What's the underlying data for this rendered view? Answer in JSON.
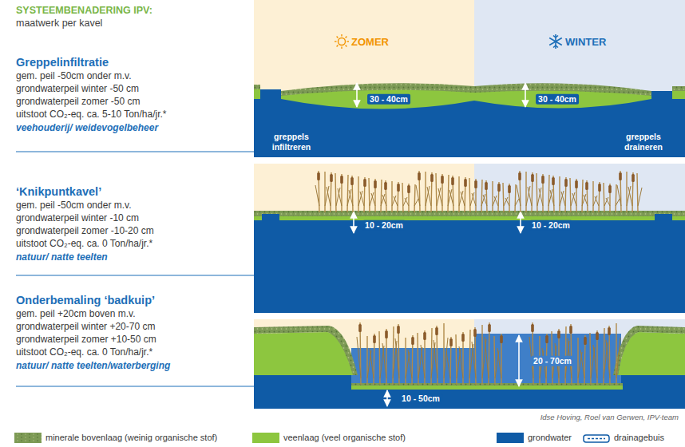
{
  "diagram": {
    "title": "SYSTEEMBENADERING IPV:",
    "nodes": [
      {
        "text": [
          "ZOMER"
        ]
      },
      {
        "text": [
          "WINTER"
        ]
      }
    ],
    "labels": [
      "maatwerk per kavel",
      "Greppelinfiltratie",
      "gem. peil -50cm onder m.v.",
      "grondwaterpeil winter -50 cm",
      "grondwaterpeil zomer -50 cm",
      "uitstoot CO₂-eq. ca. 5-10 Ton/ha/jr.*",
      "veehouderij/ weidevogelbeheer",
      "30 - 40cm",
      "30 - 40cm",
      "greppels infiltreren",
      "greppels draineren",
      "‘Knikpuntkavel’",
      "gem. peil -50cm onder m.v.",
      "grondwaterpeil winter -10 cm",
      "grondwaterpeil zomer -10-20 cm",
      "uitstoot CO₂-eq. ca. 0 Ton/ha/jr.*",
      "natuur/ natte teelten",
      "10 - 20cm",
      "10 - 20cm",
      "Onderbemaling ‘badkuip’",
      "gem. peil +20cm boven m.v.",
      "grondwaterpeil winter +20-70 cm",
      "grondwaterpeil zomer +10-50 cm",
      "uitstoot CO₂-eq. ca. 0 Ton/ha/jr.*",
      "natuur/ natte teelten/waterberging",
      "10 - 50cm",
      "20 - 70cm",
      "Idse Hoving, Roel van Gerwen, IPV-team"
    ],
    "legend": [
      {
        "text": "minerale bovenlaag (weinig organische stof)",
        "color": "#7d9a55"
      },
      {
        "text": "veenlaag (veel organische stof)",
        "color": "#8dc63f"
      },
      {
        "text": "grondwater",
        "color": "#0f5ba6"
      },
      {
        "text": "drainagebuis"
      }
    ]
  }
}
